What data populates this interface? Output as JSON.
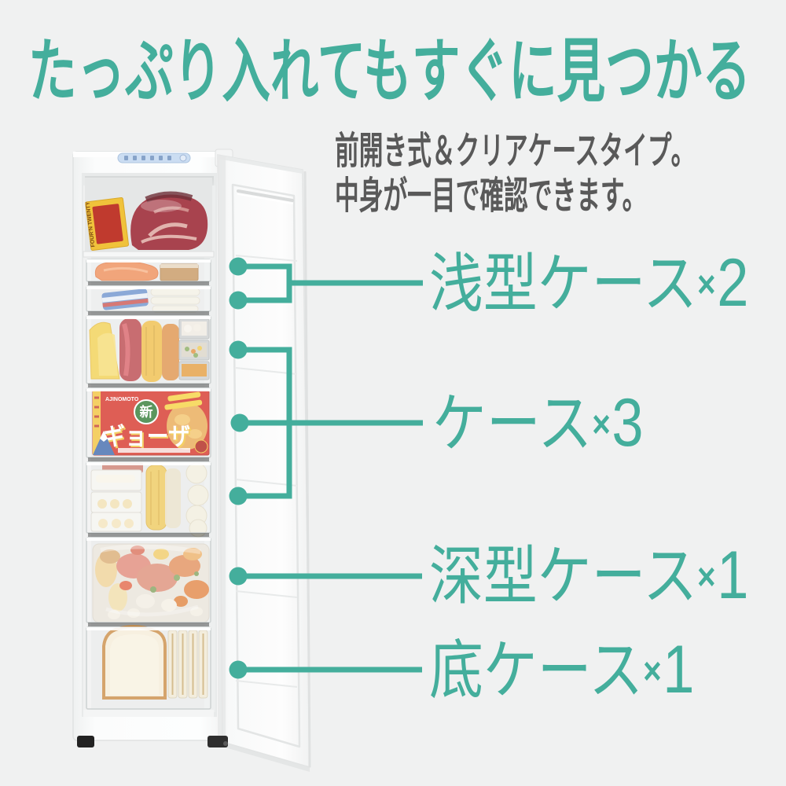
{
  "page": {
    "background_color": "#F0F1F1",
    "accent_color": "#44AE9C",
    "subtitle_color": "#595959"
  },
  "title": {
    "text": "たっぷり入れてもすぐに見つかる"
  },
  "subtitle": {
    "line1": "前開き式＆クリアケースタイプ。",
    "line2": "中身が一目で確認できます。"
  },
  "callouts": [
    {
      "id": "shallow-cases",
      "text": "浅型ケース",
      "times": "×",
      "count": "2"
    },
    {
      "id": "cases",
      "text": "ケース",
      "times": "×",
      "count": "3"
    },
    {
      "id": "deep-case",
      "text": "深型ケース",
      "times": "×",
      "count": "1"
    },
    {
      "id": "bottom-case",
      "text": "底ケース",
      "times": "×",
      "count": "1"
    }
  ],
  "freezer": {
    "packages": {
      "pie_box": "FOUR'N TWENTY",
      "gyoza_brand": "AJINOMOTO",
      "gyoza_new": "新",
      "gyoza_name": "ギョーザ"
    }
  }
}
